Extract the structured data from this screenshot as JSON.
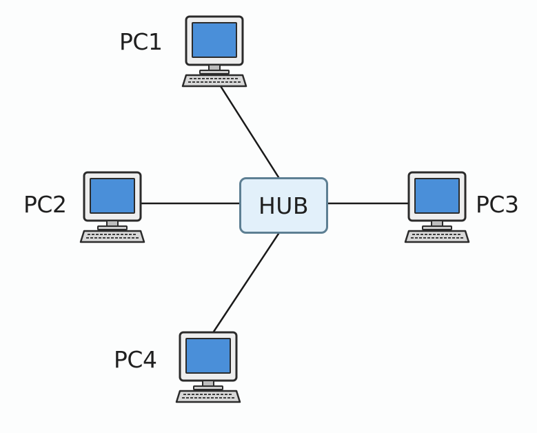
{
  "diagram": {
    "hub": {
      "label": "HUB"
    },
    "computers": [
      {
        "id": "pc1",
        "label": "PC1"
      },
      {
        "id": "pc2",
        "label": "PC2"
      },
      {
        "id": "pc3",
        "label": "PC3"
      },
      {
        "id": "pc4",
        "label": "PC4"
      }
    ],
    "connections": [
      {
        "from": "hub",
        "to": "pc1"
      },
      {
        "from": "hub",
        "to": "pc2"
      },
      {
        "from": "hub",
        "to": "pc3"
      },
      {
        "from": "hub",
        "to": "pc4"
      }
    ]
  },
  "colors": {
    "screen": "#4a8fd9",
    "hub_fill": "#e2f0fa",
    "hub_border": "#5d7f93",
    "outline": "#2b2b2b",
    "link": "#1a1a1a"
  }
}
